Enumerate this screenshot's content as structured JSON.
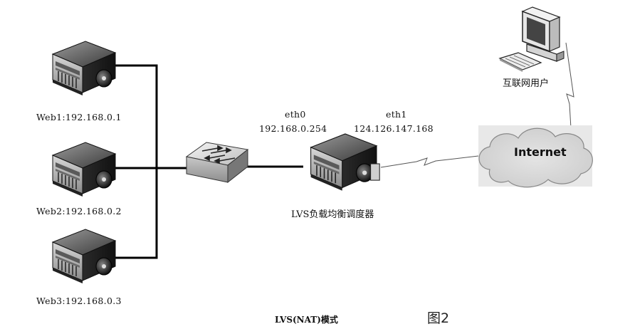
{
  "servers": [
    {
      "label": "Web1:192.168.0.1"
    },
    {
      "label": "Web2:192.168.0.2"
    },
    {
      "label": "Web3:192.168.0.3"
    }
  ],
  "director": {
    "label": "LVS负载均衡调度器",
    "eth0": {
      "name": "eth0",
      "ip": "192.168.0.254"
    },
    "eth1": {
      "name": "eth1",
      "ip": "124.126.147.168"
    }
  },
  "internet": {
    "label": "Internet"
  },
  "user": {
    "label": "互联网用户"
  },
  "caption": "LVS(NAT)模式",
  "figure_number": "图2"
}
